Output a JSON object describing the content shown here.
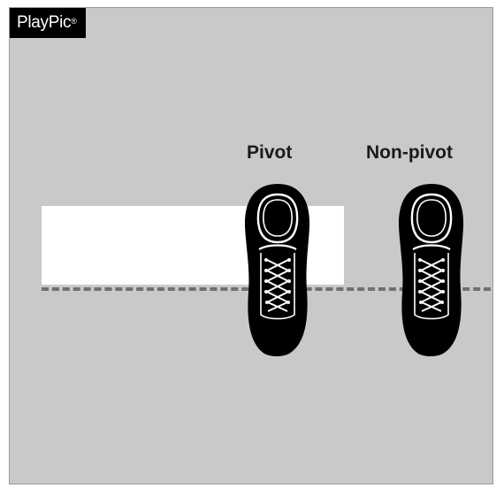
{
  "brand": {
    "name": "PlayPic",
    "mark": "®"
  },
  "labels": {
    "pivot": "Pivot",
    "non_pivot": "Non-pivot"
  },
  "colors": {
    "background": "#c9c9c9",
    "base": "#ffffff",
    "shoe": "#000000",
    "line": "#707070"
  },
  "icons": {
    "pivot_shoe": "sneaker-icon",
    "non_pivot_shoe": "sneaker-icon"
  }
}
